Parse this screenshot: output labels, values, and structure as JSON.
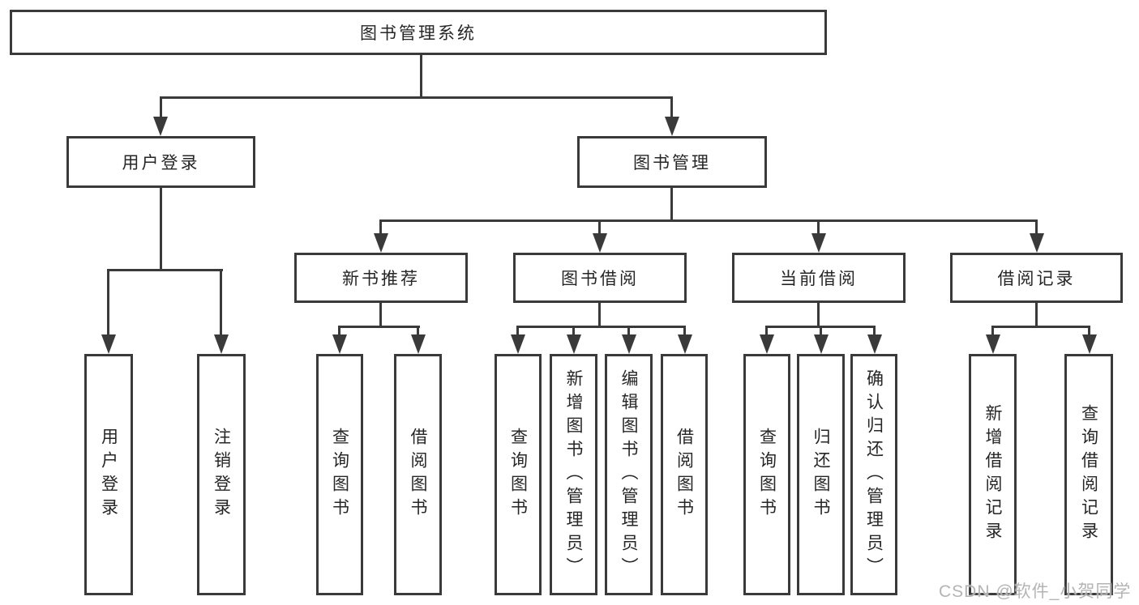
{
  "diagram": {
    "type": "functional-structure-tree",
    "colors": {
      "line": "#3a3a3a",
      "text": "#262626",
      "background": "#ffffff",
      "watermark": "#b0b0b0"
    }
  },
  "tree": {
    "label": "图书管理系统",
    "children": [
      {
        "label": "用户登录",
        "children": [
          {
            "label": "用户登录"
          },
          {
            "label": "注销登录"
          }
        ]
      },
      {
        "label": "图书管理",
        "children": [
          {
            "label": "新书推荐",
            "children": [
              {
                "label": "查询图书"
              },
              {
                "label": "借阅图书"
              }
            ]
          },
          {
            "label": "图书借阅",
            "children": [
              {
                "label": "查询图书"
              },
              {
                "label": "新增图书（管理员）"
              },
              {
                "label": "编辑图书（管理员）"
              },
              {
                "label": "借阅图书"
              }
            ]
          },
          {
            "label": "当前借阅",
            "children": [
              {
                "label": "查询图书"
              },
              {
                "label": "归还图书"
              },
              {
                "label": "确认归还（管理员）"
              }
            ]
          },
          {
            "label": "借阅记录",
            "children": [
              {
                "label": "新增借阅记录"
              },
              {
                "label": "查询借阅记录"
              }
            ]
          }
        ]
      }
    ]
  },
  "watermark": {
    "text": "CSDN @软件_小贺同学"
  }
}
